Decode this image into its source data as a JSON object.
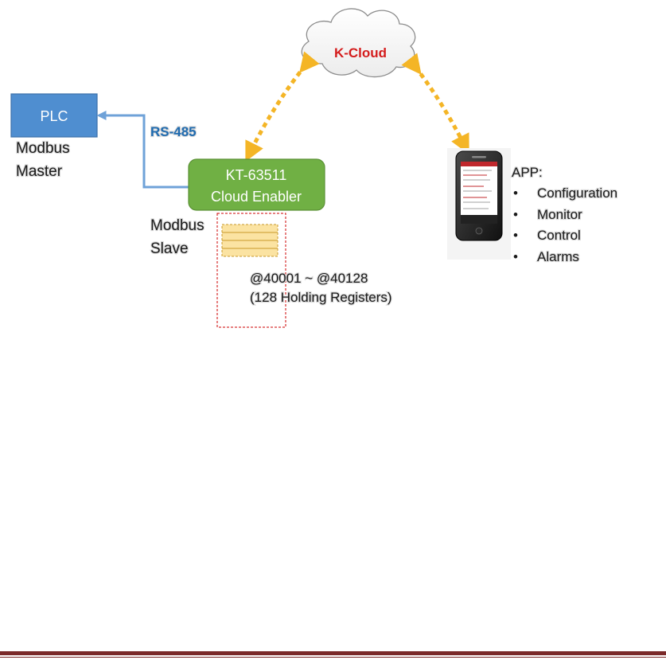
{
  "cloud": {
    "label": "K-Cloud"
  },
  "plc": {
    "label": "PLC",
    "role_line1": "Modbus",
    "role_line2": "Master"
  },
  "link": {
    "label": "RS-485"
  },
  "device": {
    "line1": "KT-63511",
    "line2": "Cloud Enabler",
    "role_line1": "Modbus",
    "role_line2": "Slave"
  },
  "registers": {
    "range": "@40001 ~ @40128",
    "description": "(128 Holding Registers)"
  },
  "app": {
    "title": "APP:",
    "features": [
      "Configuration",
      "Monitor",
      "Control",
      "Alarms"
    ],
    "bullet": "•"
  },
  "colors": {
    "plc_fill": "#4f8ed0",
    "device_fill": "#70b044",
    "cloud_label": "#d41c1c",
    "rs485_label": "#1f6bb0",
    "arrow_blue": "#6fa2d8",
    "dotted_arrow": "#f4b526",
    "register_fill": "#fbe3a2",
    "register_border": "#cc0000",
    "footer": "#7b2a2a"
  }
}
